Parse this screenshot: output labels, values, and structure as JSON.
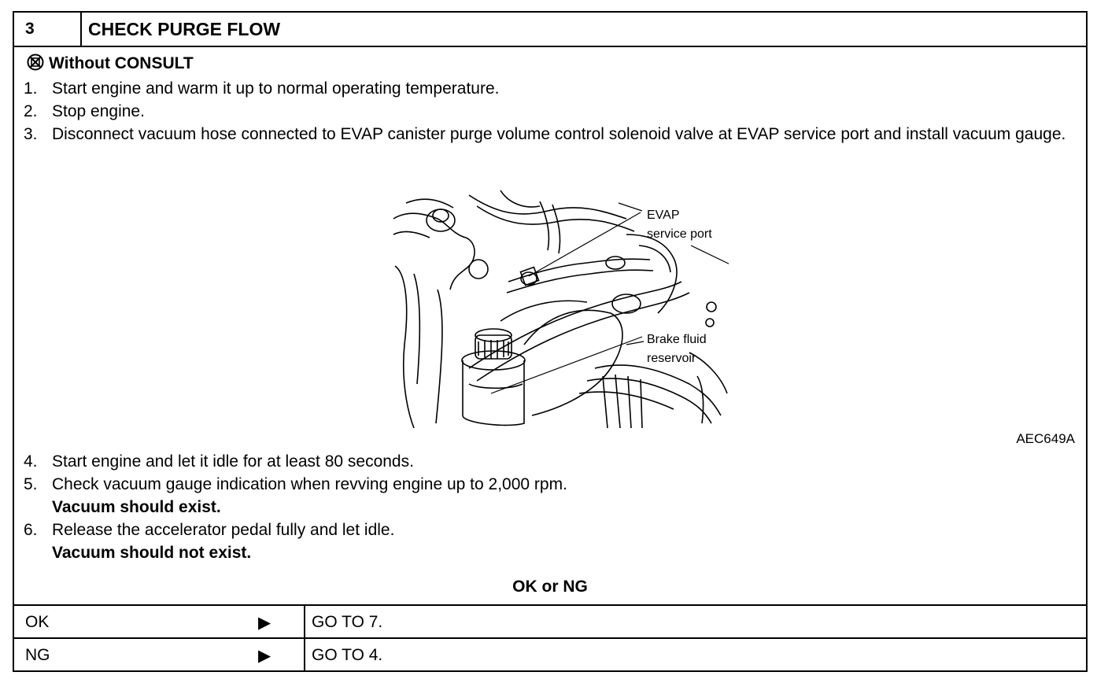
{
  "header": {
    "step_number": "3",
    "title": "CHECK PURGE FLOW"
  },
  "subheading": {
    "icon": "no-consult-icon",
    "text": "Without CONSULT"
  },
  "steps_before": [
    {
      "num": "1.",
      "text": "Start engine and warm it up to normal operating temperature."
    },
    {
      "num": "2.",
      "text": "Stop engine."
    },
    {
      "num": "3.",
      "text": "Disconnect vacuum hose connected to EVAP canister purge volume control solenoid valve at EVAP service port and install vacuum gauge."
    }
  ],
  "figure": {
    "label_evap_1": "EVAP",
    "label_evap_2": "service port",
    "label_brake_1": "Brake fluid",
    "label_brake_2": "reservoir",
    "code": "AEC649A"
  },
  "steps_after": [
    {
      "num": "4.",
      "text": "Start engine and let it idle for at least 80 seconds."
    },
    {
      "num": "5.",
      "text": "Check vacuum gauge indication when revving engine up to 2,000 rpm.",
      "note": "Vacuum should exist."
    },
    {
      "num": "6.",
      "text": "Release the accelerator pedal fully and let idle.",
      "note": "Vacuum should not exist."
    }
  ],
  "result": {
    "title": "OK or NG",
    "rows": [
      {
        "label": "OK",
        "arrow": "▶",
        "action": "GO TO 7."
      },
      {
        "label": "NG",
        "arrow": "▶",
        "action": "GO TO 4."
      }
    ]
  }
}
